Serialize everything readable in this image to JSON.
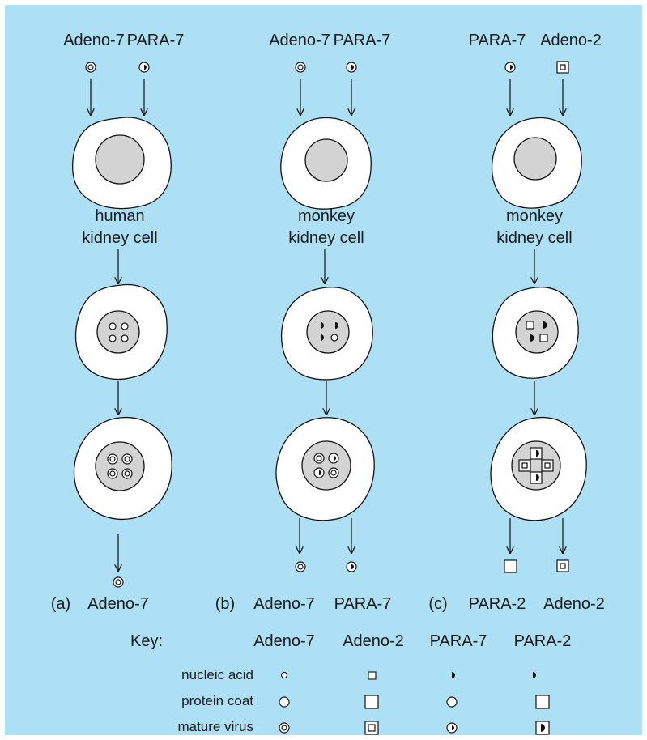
{
  "panels": {
    "a": {
      "inputs": [
        "Adeno-7",
        "PARA-7"
      ],
      "cell_label": [
        "human",
        "kidney cell"
      ],
      "letter": "(a)",
      "outputs": [
        "Adeno-7"
      ]
    },
    "b": {
      "inputs": [
        "Adeno-7",
        "PARA-7"
      ],
      "cell_label": [
        "monkey",
        "kidney cell"
      ],
      "letter": "(b)",
      "outputs": [
        "Adeno-7",
        "PARA-7"
      ]
    },
    "c": {
      "inputs": [
        "PARA-7",
        "Adeno-2"
      ],
      "cell_label": [
        "monkey",
        "kidney cell"
      ],
      "letter": "(c)",
      "outputs": [
        "PARA-2",
        "Adeno-2"
      ]
    }
  },
  "key": {
    "title": "Key:",
    "columns": [
      "Adeno-7",
      "Adeno-2",
      "PARA-7",
      "PARA-2"
    ],
    "rows": [
      "nucleic acid",
      "protein coat",
      "mature virus"
    ]
  },
  "colors": {
    "background": "#aee0f5",
    "cell": "#ffffff",
    "nucleus": "#d3d3d3",
    "ink": "#111111"
  }
}
